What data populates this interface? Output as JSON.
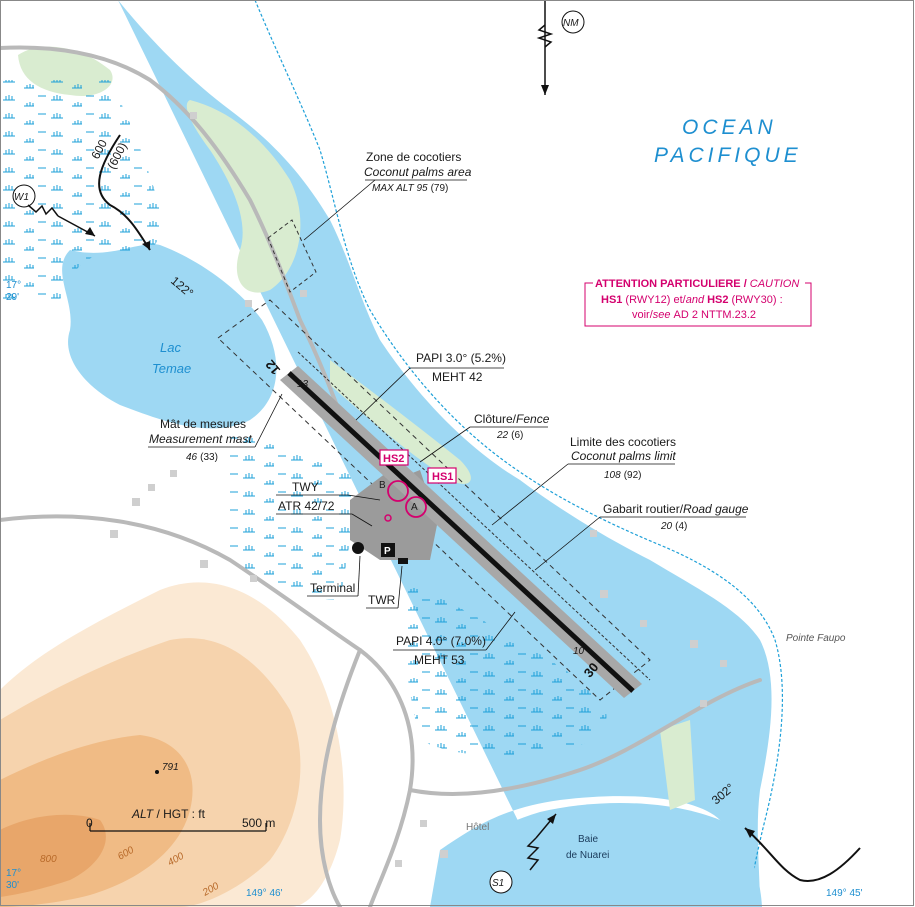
{
  "colors": {
    "ocean": "#9ed8f3",
    "lagoon": "#bfe6f8",
    "land": "#ffffff",
    "vegetation": "#d9ecd0",
    "terrain_1": "#fbe9d4",
    "terrain_2": "#f6d3ad",
    "terrain_3": "#f0bb85",
    "caution": "#d4006e",
    "water_text": "#1e8fd0",
    "road": "#b9b9b9",
    "runway": "#1a1a1a"
  },
  "ocean": {
    "line1": "OCEAN",
    "line2": "PACIFIQUE"
  },
  "lake": {
    "line1": "Lac",
    "line2": "Temae"
  },
  "bay": {
    "line1": "Baie",
    "line2": "de Nuarei"
  },
  "pointe": "Pointe Faupo",
  "hotel": "Hôtel",
  "north": "NM",
  "entry_points": {
    "w1": "W1",
    "s1": "S1"
  },
  "headings": {
    "h122": "122°",
    "h302": "302°"
  },
  "approach_alt": {
    "alt": "600",
    "hgt": "(600)"
  },
  "coords": {
    "lat_top": {
      "deg": "17°",
      "min": "29'"
    },
    "lat_bottom": {
      "deg": "17°",
      "min": "30'"
    },
    "lon_left": "149° 46'",
    "lon_right": "149° 45'"
  },
  "coconut_zone": {
    "fr": "Zone de cocotiers",
    "en": "Coconut palms area",
    "alt": "MAX ALT 95",
    "hgt": "(79)"
  },
  "caution": {
    "title_fr": "ATTENTION PARTICULIERE /",
    "title_en": "CAUTION",
    "hs1": "HS1",
    "rwy12": "(RWY12) et/",
    "and": "and",
    "hs2": "HS2",
    "rwy30": "(RWY30) :",
    "voir": "voir/",
    "see": "see",
    "ref": "AD 2 NTTM.23.2"
  },
  "papi_12": {
    "line1": "PAPI 3.0° (5.2%)",
    "line2": "MEHT 42"
  },
  "papi_30": {
    "line1": "PAPI 4.0° (7.0%)",
    "line2": "MEHT 53"
  },
  "fence": {
    "fr": "Clôture/",
    "en": "Fence",
    "alt": "22",
    "hgt": "(6)"
  },
  "coconut_limit": {
    "fr": "Limite des cocotiers",
    "en": "Coconut palms limit",
    "alt": "108",
    "hgt": "(92)"
  },
  "road_gauge": {
    "fr": "Gabarit routier/",
    "en": "Road gauge",
    "alt": "20",
    "hgt": "(4)"
  },
  "mast": {
    "fr": "Mât de mesures",
    "en": "Measurement mast",
    "alt": "46",
    "hgt": "(33)"
  },
  "twy": "TWY",
  "atr": "ATR 42/72",
  "terminal": "Terminal",
  "twr": "TWR",
  "hotspots": {
    "hs1": "HS1",
    "hs2": "HS2"
  },
  "runway": {
    "thr12": "12",
    "thr30": "30",
    "elev12": "13",
    "elev30": "10"
  },
  "taxi": {
    "a": "A",
    "b": "B"
  },
  "parking": "P",
  "scale": {
    "zero": "0",
    "title_alt": "ALT",
    "title_hgt": " / HGT : ft",
    "end": "500 m"
  },
  "peak": "791",
  "contours": {
    "c800": "800",
    "c600": "600",
    "c400": "400",
    "c200": "200"
  }
}
